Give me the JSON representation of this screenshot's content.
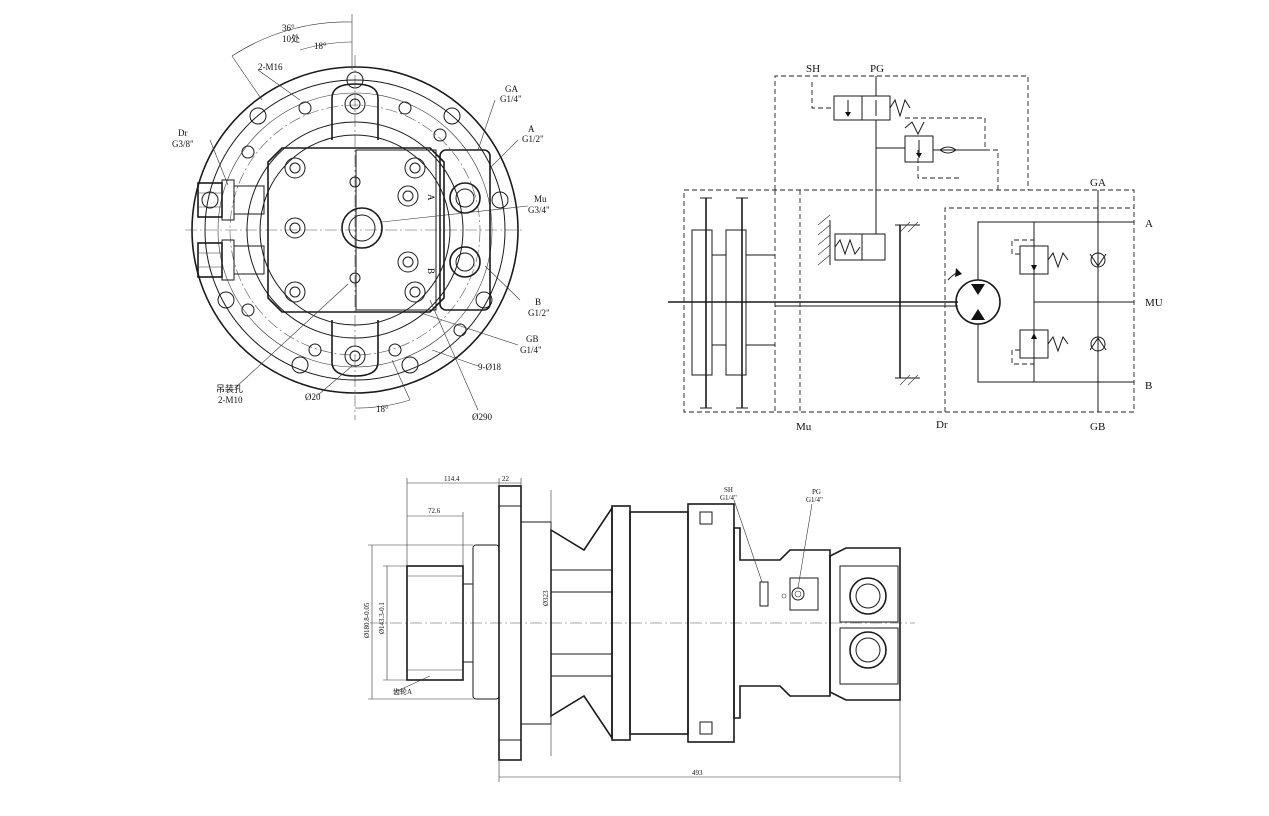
{
  "front_view": {
    "callouts": {
      "angle_36": "36°",
      "holes_10": "10处",
      "angle_18_top": "18°",
      "tap_m16": "2-M16",
      "port_ga": "GA",
      "port_ga_size": "G1/4\"",
      "port_a": "A",
      "port_a_size": "G1/2\"",
      "port_dr": "Dr",
      "port_dr_size": "G3/8\"",
      "port_mu": "Mu",
      "port_mu_size": "G3/4\"",
      "port_b": "B",
      "port_b_size": "G1/2\"",
      "port_gb": "GB",
      "port_gb_size": "G1/4\"",
      "holes_9": "9-Ø18",
      "lift_holes": "吊装孔",
      "tap_m10": "2-M10",
      "dia_20": "Ø20",
      "angle_18_bottom": "18°",
      "dia_290": "Ø290",
      "mark_a": "A",
      "mark_b": "B"
    }
  },
  "circuit": {
    "labels": {
      "sh": "SH",
      "pg": "PG",
      "ga": "GA",
      "a": "A",
      "mu": "MU",
      "b": "B",
      "mu_bottom": "Mu",
      "dr": "Dr",
      "gb": "GB"
    }
  },
  "side_view": {
    "dims": {
      "d114": "114.4",
      "d22": "22",
      "d72": "72.6",
      "d323": "Ø323",
      "d180": "Ø180.8-0.05",
      "d143": "Ø143.3-0.1",
      "spline": "齿轮A",
      "d493": "493"
    },
    "callouts": {
      "sh": "SH",
      "sh_size": "G1/4\"",
      "pg": "PG",
      "pg_size": "G1/4\""
    }
  }
}
